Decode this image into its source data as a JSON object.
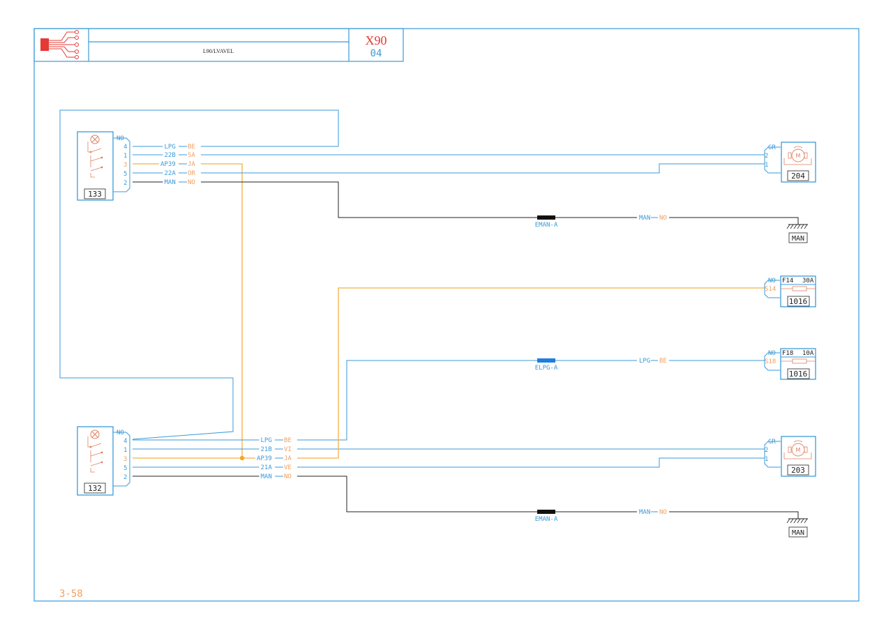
{
  "title_block": {
    "doc_ref": "L90/LVAVEL",
    "model": "X90",
    "sheet_num": "04",
    "page_ref": "3-58"
  },
  "colors": {
    "blue": "#3a9ad9",
    "orange": "#f5b041",
    "black": "#222222",
    "red": "#e53935",
    "label_orange": "#f0a060"
  },
  "components": {
    "c133": {
      "id": "133",
      "header": "NO",
      "pins": [
        "4",
        "1",
        "3",
        "5",
        "2"
      ]
    },
    "c132": {
      "id": "132",
      "header": "NO",
      "pins": [
        "4",
        "1",
        "3",
        "5",
        "2"
      ]
    },
    "c204": {
      "id": "204",
      "header": "GR",
      "pins": [
        "2",
        "1"
      ],
      "symbol": "M"
    },
    "c203": {
      "id": "203",
      "header": "GR",
      "pins": [
        "2",
        "1"
      ],
      "symbol": "M"
    },
    "f14": {
      "id": "1016",
      "header": "NO",
      "fuse": "F14",
      "rating": "30A",
      "pin": "S14"
    },
    "f18": {
      "id": "1016",
      "header": "NO",
      "fuse": "F18",
      "rating": "10A",
      "pin": "S18"
    },
    "ground_top": {
      "label": "MAN"
    },
    "ground_bottom": {
      "label": "MAN"
    }
  },
  "wires_top": [
    {
      "code": "LPG",
      "color": "BE"
    },
    {
      "code": "22B",
      "color": "SA"
    },
    {
      "code": "AP39",
      "color": "JA"
    },
    {
      "code": "22A",
      "color": "OR"
    },
    {
      "code": "MAN",
      "color": "NO"
    }
  ],
  "wires_bottom": [
    {
      "code": "LPG",
      "color": "BE"
    },
    {
      "code": "21B",
      "color": "VI"
    },
    {
      "code": "AP39",
      "color": "JA"
    },
    {
      "code": "21A",
      "color": "VE"
    },
    {
      "code": "MAN",
      "color": "NO"
    }
  ],
  "splices": {
    "eman_top": "EMAN-A",
    "eman_bottom": "EMAN-A",
    "elpg": "ELPG-A"
  },
  "mid_wires": {
    "ground_top": {
      "code": "MAN",
      "color": "NO"
    },
    "ground_bottom": {
      "code": "MAN",
      "color": "NO"
    },
    "lpg_fuse": {
      "code": "LPG",
      "color": "BE"
    }
  }
}
